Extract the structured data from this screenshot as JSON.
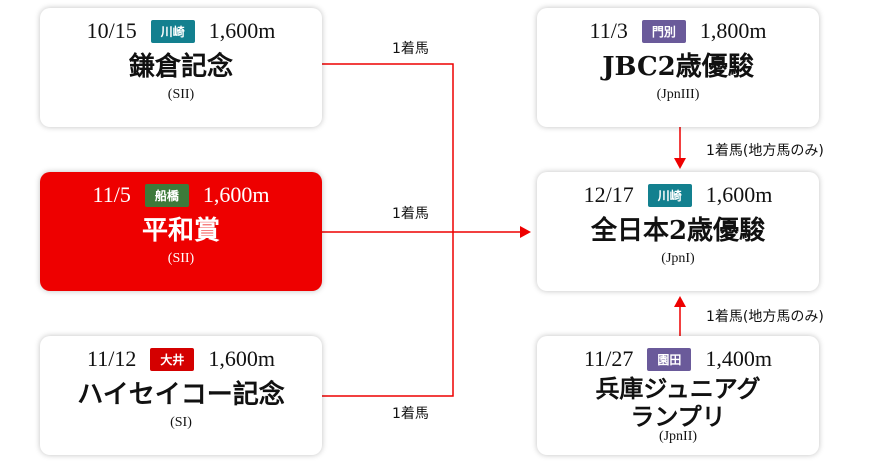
{
  "races": [
    {
      "date": "10/15",
      "venue": "川崎",
      "distance": "1,600m",
      "name": "鎌倉記念",
      "grade": "(SII)",
      "badge_color": "#13808f"
    },
    {
      "date": "11/5",
      "venue": "船橋",
      "distance": "1,600m",
      "name": "平和賞",
      "grade": "(SII)",
      "badge_color": "#3d7a3a"
    },
    {
      "date": "11/12",
      "venue": "大井",
      "distance": "1,600m",
      "name": "ハイセイコー記念",
      "grade": "(SI)",
      "badge_color": "#d40000"
    },
    {
      "date": "11/3",
      "venue": "門別",
      "distance": "1,800m",
      "name": "JBC2歳優駿",
      "grade": "(JpnIII)",
      "badge_color": "#6a5a9a"
    },
    {
      "date": "12/17",
      "venue": "川崎",
      "distance": "1,600m",
      "name": "全日本2歳優駿",
      "grade": "(JpnI)",
      "badge_color": "#13808f"
    },
    {
      "date": "11/27",
      "venue": "園田",
      "distance": "1,400m",
      "name": "兵庫ジュニアグランプリ",
      "grade": "(JpnII)",
      "badge_color": "#6a5a9a"
    }
  ],
  "labels": {
    "l1": "1着馬",
    "l2": "1着馬",
    "l3": "1着馬",
    "r1": "1着馬(地方馬のみ)",
    "r2": "1着馬(地方馬のみ)"
  },
  "colors": {
    "accent": "#ee0000"
  }
}
